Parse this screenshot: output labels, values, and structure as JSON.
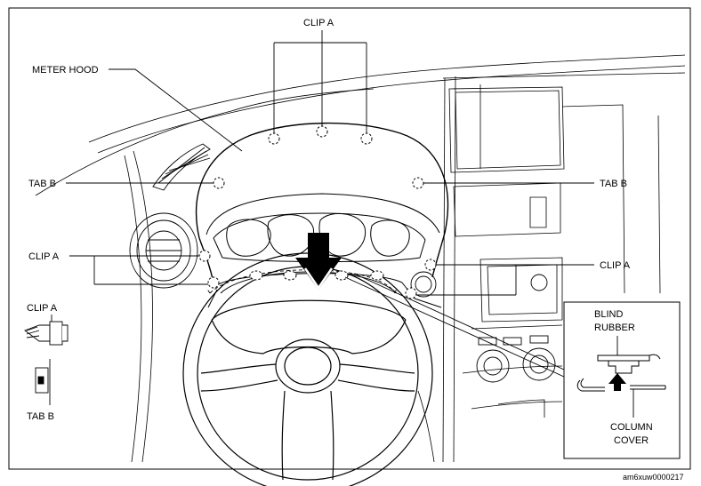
{
  "labels": {
    "clip_top": "CLIP A",
    "meter_hood": "METER HOOD",
    "tab_b_left": "TAB B",
    "tab_b_right": "TAB B",
    "clip_a_left": "CLIP A",
    "clip_a_right": "CLIP A",
    "legend_clip": "CLIP A",
    "legend_tab": "TAB B",
    "blind_rubber_1": "BLIND",
    "blind_rubber_2": "RUBBER",
    "column_cover_1": "COLUMN",
    "column_cover_2": "COVER"
  },
  "figure_code": "am6xuw0000217",
  "colors": {
    "line": "#000000",
    "background": "#ffffff"
  }
}
